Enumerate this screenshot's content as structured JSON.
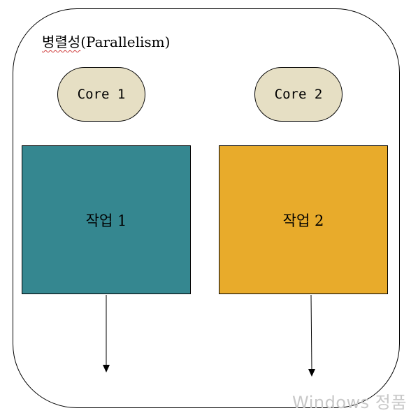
{
  "diagram": {
    "title_korean": "병렬성",
    "title_english": "(Parallelism)",
    "cores": [
      {
        "label": "Core 1"
      },
      {
        "label": "Core 2"
      }
    ],
    "tasks": [
      {
        "label": "작업 1",
        "color": "#358790"
      },
      {
        "label": "작업 2",
        "color": "#e8ab2b"
      }
    ],
    "core_fill": "#e6dfc4"
  },
  "watermark": {
    "text": "Windows 정품"
  }
}
